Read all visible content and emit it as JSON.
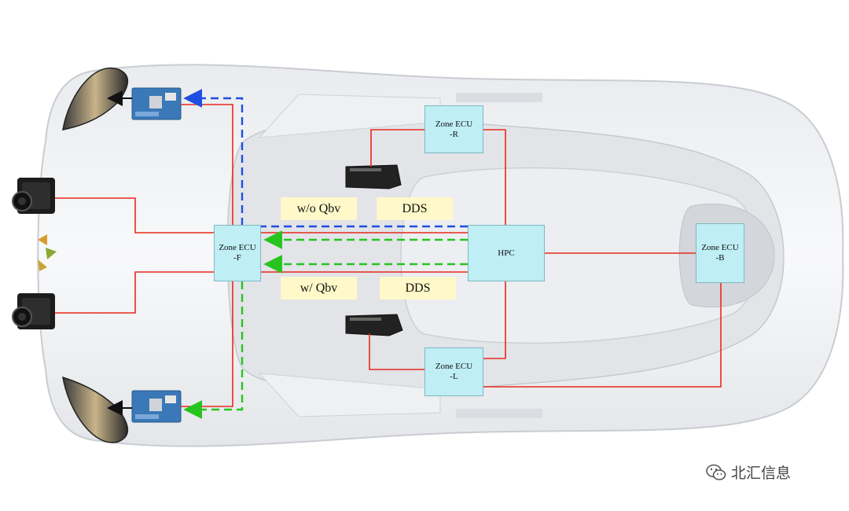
{
  "ecus": {
    "front": {
      "line1": "Zone ECU",
      "line2": "-F"
    },
    "right": {
      "line1": "Zone ECU",
      "line2": "-R"
    },
    "left": {
      "line1": "Zone ECU",
      "line2": "-L"
    },
    "back": {
      "line1": "Zone ECU",
      "line2": "-B"
    },
    "hpc": {
      "label": "HPC"
    }
  },
  "tags": {
    "top_left": "w/o Qbv",
    "top_right": "DDS",
    "bottom_left": "w/ Qbv",
    "bottom_right": "DDS"
  },
  "colors": {
    "wired_link": "#e8291c",
    "without_qbv_flow": "#1f4fe0",
    "with_qbv_flow": "#27c41f",
    "ecu_fill": "#bfeef5",
    "tag_fill": "#fff9c9"
  },
  "watermark": {
    "text": "北汇信息",
    "icon": "wechat-icon"
  }
}
